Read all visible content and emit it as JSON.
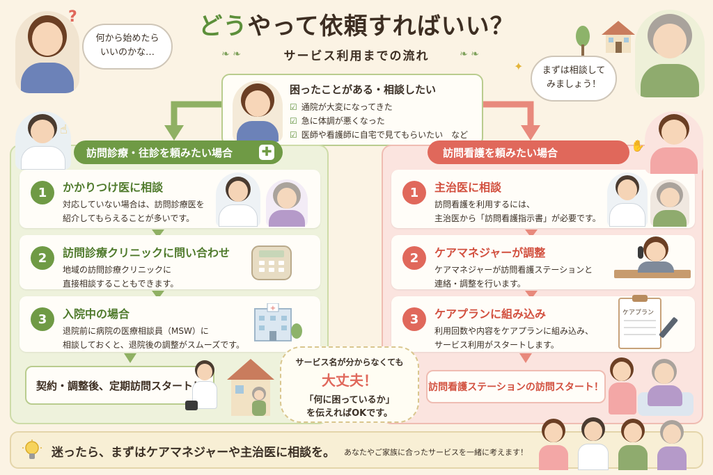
{
  "title": {
    "prefix": "どう",
    "main": "やって依頼すればいい？"
  },
  "subtitle": "サービス利用までの流れ",
  "bubble_left": {
    "line1": "何から始めたら",
    "line2": "いいのかな…"
  },
  "bubble_right": {
    "line1": "まずは相談して",
    "line2": "みましょう！"
  },
  "top_box": {
    "heading": "困ったことがある・相談したい",
    "items": [
      "通院が大変になってきた",
      "急に体調が悪くなった",
      "医師や看護師に自宅で見てもらいたい　など"
    ]
  },
  "left": {
    "header": "訪問診療・往診を頼みたい場合",
    "steps": [
      {
        "num": "1",
        "title": "かかりつけ医に相談",
        "line1": "対応していない場合は、訪問診療医を",
        "line2": "紹介してもらえることが多いです。"
      },
      {
        "num": "2",
        "title": "訪問診療クリニックに問い合わせ",
        "line1": "地域の訪問診療クリニックに",
        "line2": "直接相談することもできます。"
      },
      {
        "num": "3",
        "title": "入院中の場合",
        "line1": "退院前に病院の医療相談員（MSW）に",
        "line2": "相談しておくと、退院後の調整がスムーズです。"
      }
    ],
    "final": "契約・調整後、定期訪問スタート！"
  },
  "right": {
    "header": "訪問看護を頼みたい場合",
    "steps": [
      {
        "num": "1",
        "title": "主治医に相談",
        "line1": "訪問看護を利用するには、",
        "line2": "主治医から「訪問看護指示書」が必要です。"
      },
      {
        "num": "2",
        "title": "ケアマネジャーが調整",
        "line1": "ケアマネジャーが訪問看護ステーションと",
        "line2": "連絡・調整を行います。"
      },
      {
        "num": "3",
        "title": "ケアプランに組み込み",
        "line1": "利用回数や内容をケアプランに組み込み、",
        "line2": "サービス利用がスタートします。"
      }
    ],
    "clipboard_label": "ケアプラン",
    "final": "訪問看護ステーションの訪問スタート！"
  },
  "center_note": {
    "line1": "サービス名が分からなくても",
    "big": "大丈夫！",
    "line2": "「何に困っているか」",
    "line3": "を伝えればOKです。"
  },
  "bottom": {
    "main": "迷ったら、まずはケアマネジャーや主治医に相談を。",
    "sub": "あなたやご家族に合ったサービスを一緒に考えます！"
  },
  "colors": {
    "green": "#6f9a45",
    "red": "#e0685b",
    "cream": "#fbf3e4"
  }
}
